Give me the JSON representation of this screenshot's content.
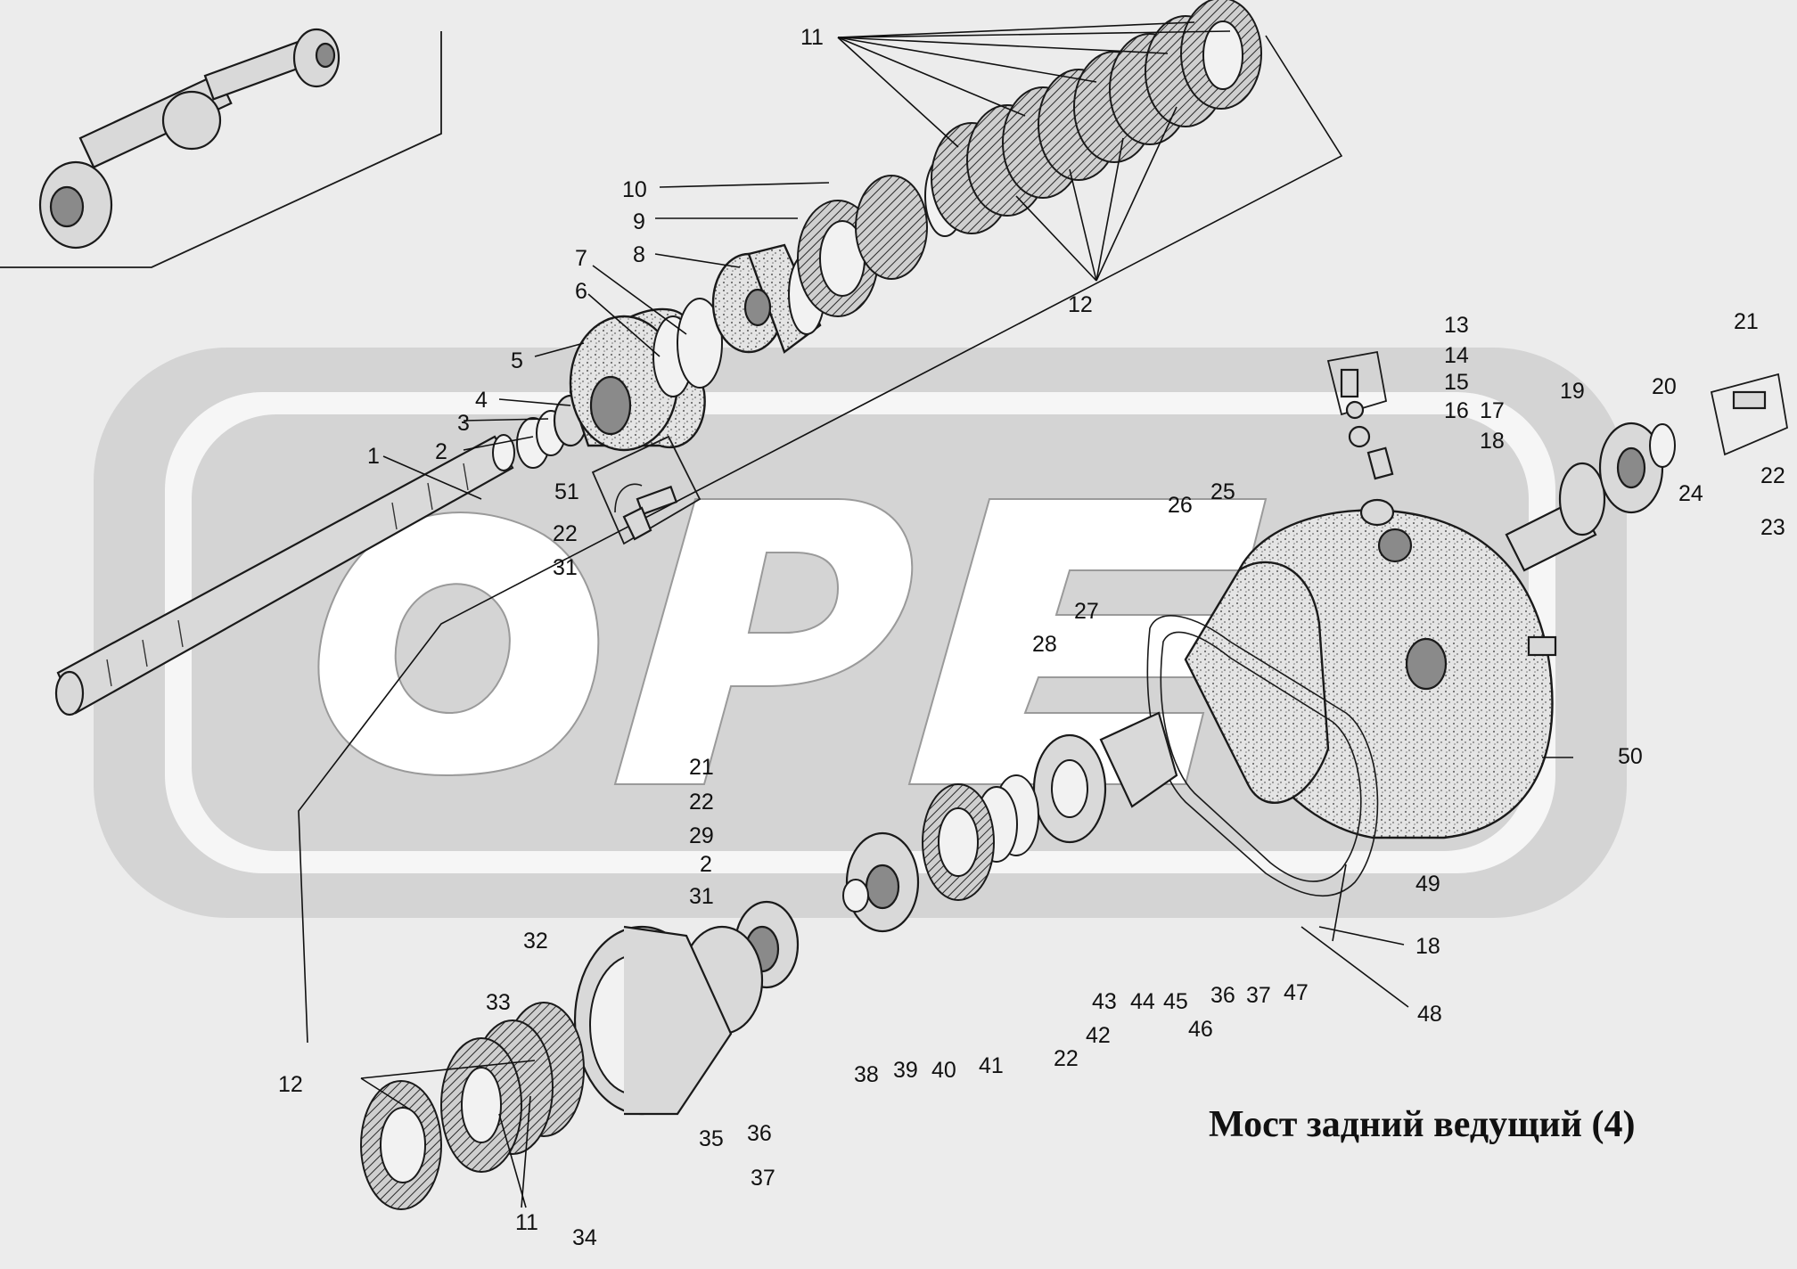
{
  "watermark": "OPE",
  "caption": "Мост задний ведущий  (4)",
  "callouts": [
    {
      "id": "c11a",
      "text": "11"
    },
    {
      "id": "c10",
      "text": "10"
    },
    {
      "id": "c9",
      "text": "9"
    },
    {
      "id": "c8",
      "text": "8"
    },
    {
      "id": "c7",
      "text": "7"
    },
    {
      "id": "c6",
      "text": "6"
    },
    {
      "id": "c5",
      "text": "5"
    },
    {
      "id": "c4",
      "text": "4"
    },
    {
      "id": "c3",
      "text": "3"
    },
    {
      "id": "c2a",
      "text": "2"
    },
    {
      "id": "c1",
      "text": "1"
    },
    {
      "id": "c51",
      "text": "51"
    },
    {
      "id": "c22a",
      "text": "22"
    },
    {
      "id": "c31a",
      "text": "31"
    },
    {
      "id": "c12a",
      "text": "12"
    },
    {
      "id": "c13",
      "text": "13"
    },
    {
      "id": "c14",
      "text": "14"
    },
    {
      "id": "c15",
      "text": "15"
    },
    {
      "id": "c16",
      "text": "16"
    },
    {
      "id": "c17",
      "text": "17"
    },
    {
      "id": "c18a",
      "text": "18"
    },
    {
      "id": "c19",
      "text": "19"
    },
    {
      "id": "c20",
      "text": "20"
    },
    {
      "id": "c21a",
      "text": "21"
    },
    {
      "id": "c22b",
      "text": "22"
    },
    {
      "id": "c24",
      "text": "24"
    },
    {
      "id": "c23",
      "text": "23"
    },
    {
      "id": "c26",
      "text": "26"
    },
    {
      "id": "c25",
      "text": "25"
    },
    {
      "id": "c27",
      "text": "27"
    },
    {
      "id": "c28",
      "text": "28"
    },
    {
      "id": "c50",
      "text": "50"
    },
    {
      "id": "c21b",
      "text": "21"
    },
    {
      "id": "c22c",
      "text": "22"
    },
    {
      "id": "c29",
      "text": "29"
    },
    {
      "id": "c2b",
      "text": "2"
    },
    {
      "id": "c31b",
      "text": "31"
    },
    {
      "id": "c32",
      "text": "32"
    },
    {
      "id": "c33",
      "text": "33"
    },
    {
      "id": "c12b",
      "text": "12"
    },
    {
      "id": "c11b",
      "text": "11"
    },
    {
      "id": "c34",
      "text": "34"
    },
    {
      "id": "c35",
      "text": "35"
    },
    {
      "id": "c36a",
      "text": "36"
    },
    {
      "id": "c37a",
      "text": "37"
    },
    {
      "id": "c38",
      "text": "38"
    },
    {
      "id": "c39",
      "text": "39"
    },
    {
      "id": "c40",
      "text": "40"
    },
    {
      "id": "c41",
      "text": "41"
    },
    {
      "id": "c22d",
      "text": "22"
    },
    {
      "id": "c42",
      "text": "42"
    },
    {
      "id": "c43",
      "text": "43"
    },
    {
      "id": "c44",
      "text": "44"
    },
    {
      "id": "c45",
      "text": "45"
    },
    {
      "id": "c46",
      "text": "46"
    },
    {
      "id": "c36b",
      "text": "36"
    },
    {
      "id": "c37b",
      "text": "37"
    },
    {
      "id": "c47",
      "text": "47"
    },
    {
      "id": "c49",
      "text": "49"
    },
    {
      "id": "c18b",
      "text": "18"
    },
    {
      "id": "c48",
      "text": "48"
    }
  ]
}
